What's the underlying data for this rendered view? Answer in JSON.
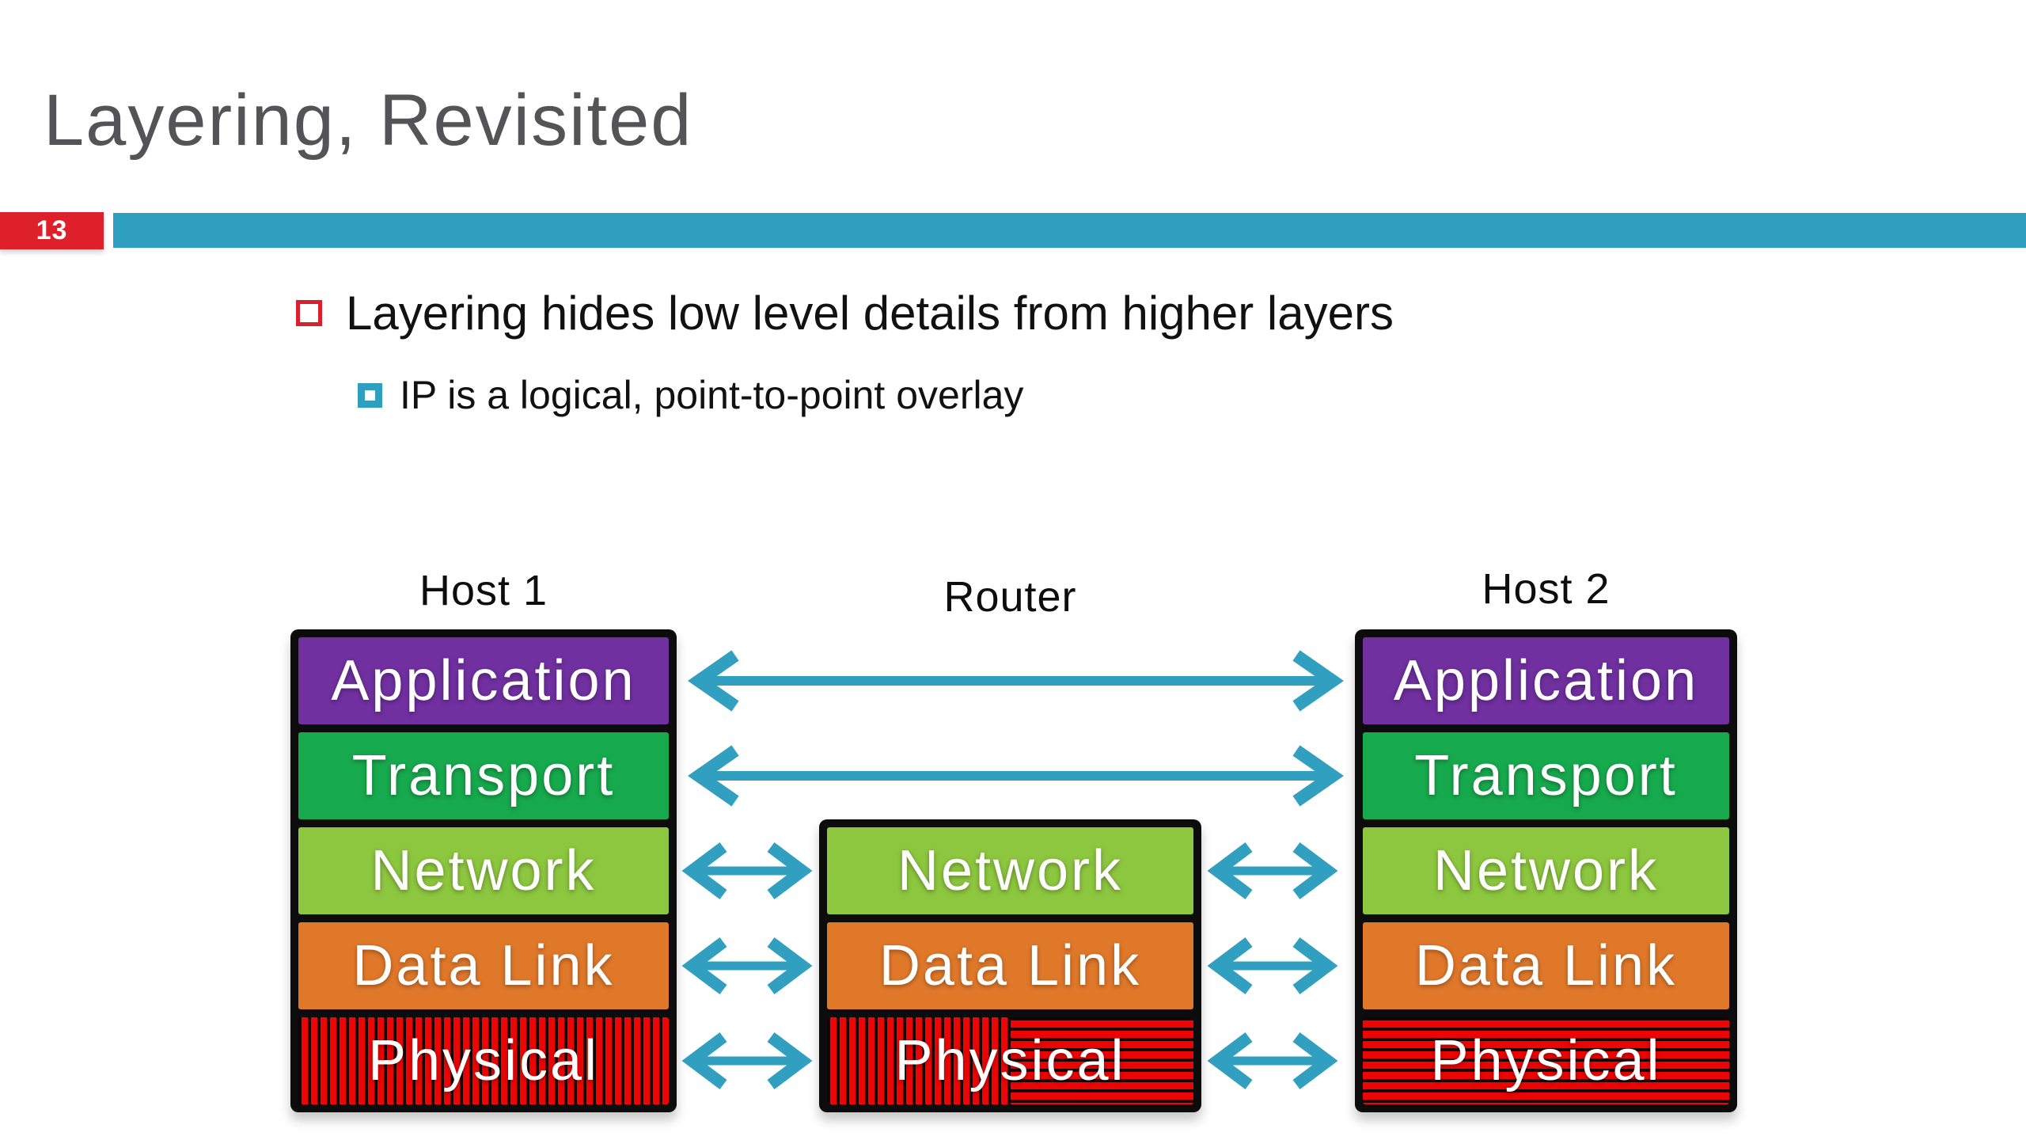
{
  "slide": {
    "title": "Layering, Revisited",
    "slide_number": "13",
    "bullets": {
      "main": "Layering hides low level details from higher layers",
      "sub": "IP is a logical, point-to-point overlay"
    }
  },
  "diagram": {
    "host1": {
      "label": "Host 1",
      "layers": {
        "application": "Application",
        "transport": "Transport",
        "network": "Network",
        "datalink": "Data Link",
        "physical": "Physical"
      },
      "physical_hatch": "vertical-stripes"
    },
    "router": {
      "label": "Router",
      "layers": {
        "network": "Network",
        "datalink": "Data Link",
        "physical": "Physical"
      },
      "physical_hatch": "vertical-stripes-left-half, horizontal-stripes-right-half"
    },
    "host2": {
      "label": "Host 2",
      "layers": {
        "application": "Application",
        "transport": "Transport",
        "network": "Network",
        "datalink": "Data Link",
        "physical": "Physical"
      },
      "physical_hatch": "horizontal-stripes"
    },
    "arrows": {
      "style": "double-headed",
      "color": "#319fc0",
      "connections": [
        "Host 1 Application - Host 2 Application",
        "Host 1 Transport - Host 2 Transport",
        "Host 1 Network - Router Network",
        "Router Network - Host 2 Network",
        "Host 1 Data Link - Router Data Link",
        "Router Data Link - Host 2 Data Link",
        "Host 1 Physical - Router Physical",
        "Router Physical - Host 2 Physical"
      ]
    }
  },
  "colors": {
    "title_gray": "#545457",
    "accent_red": "#dd2029",
    "accent_teal": "#2f9fbf",
    "arrow_teal": "#319fc0",
    "layer_application": "#7030a0",
    "layer_transport": "#17a94d",
    "layer_network": "#8dc63f",
    "layer_datalink": "#e0782a",
    "layer_physical": "#ec0505"
  }
}
